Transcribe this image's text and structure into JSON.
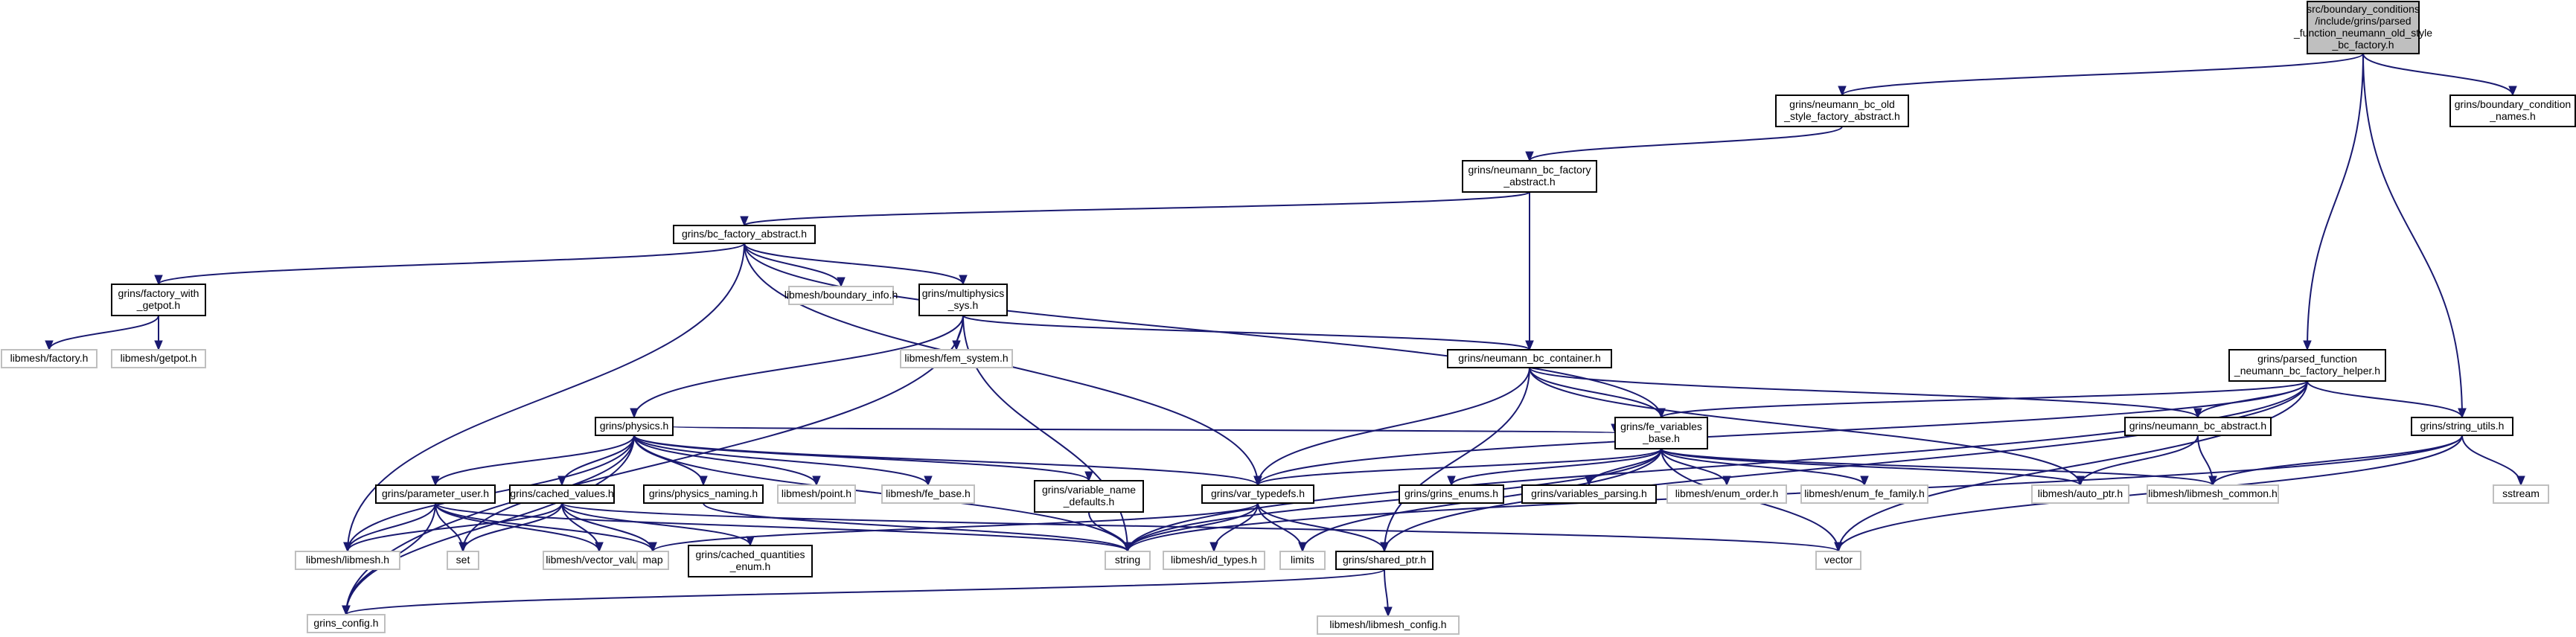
{
  "diagram": {
    "edge_color": "#191970",
    "root_fill": "#bfbfbf",
    "primary_border": "#000000",
    "external_border": "#bfbfbf",
    "nodes": [
      {
        "id": "root",
        "kind": "root",
        "lines": [
          "src/boundary_conditions",
          "/include/grins/parsed",
          "_function_neumann_old_style",
          "_bc_factory.h"
        ]
      },
      {
        "id": "old_style_abs",
        "kind": "primary",
        "lines": [
          "grins/neumann_bc_old",
          "_style_factory_abstract.h"
        ]
      },
      {
        "id": "bc_cond_names",
        "kind": "primary",
        "lines": [
          "grins/boundary_condition",
          "_names.h"
        ]
      },
      {
        "id": "neumann_bc_factory_abs",
        "kind": "primary",
        "lines": [
          "grins/neumann_bc_factory",
          "_abstract.h"
        ]
      },
      {
        "id": "bc_factory_abs",
        "kind": "primary",
        "lines": [
          "grins/bc_factory_abstract.h"
        ]
      },
      {
        "id": "factory_with_getpot",
        "kind": "primary",
        "lines": [
          "grins/factory_with",
          "_getpot.h"
        ]
      },
      {
        "id": "boundary_info",
        "kind": "external",
        "lines": [
          "libmesh/boundary_info.h"
        ]
      },
      {
        "id": "multiphysics_sys",
        "kind": "primary",
        "lines": [
          "grins/multiphysics",
          "_sys.h"
        ]
      },
      {
        "id": "factory",
        "kind": "external",
        "lines": [
          "libmesh/factory.h"
        ]
      },
      {
        "id": "getpot",
        "kind": "external",
        "lines": [
          "libmesh/getpot.h"
        ]
      },
      {
        "id": "fem_system",
        "kind": "external",
        "lines": [
          "libmesh/fem_system.h"
        ]
      },
      {
        "id": "neumann_bc_container",
        "kind": "primary",
        "lines": [
          "grins/neumann_bc_container.h"
        ]
      },
      {
        "id": "pf_helper",
        "kind": "primary",
        "lines": [
          "grins/parsed_function",
          "_neumann_bc_factory_helper.h"
        ]
      },
      {
        "id": "physics",
        "kind": "primary",
        "lines": [
          "grins/physics.h"
        ]
      },
      {
        "id": "fe_variables_base",
        "kind": "primary",
        "lines": [
          "grins/fe_variables",
          "_base.h"
        ]
      },
      {
        "id": "neumann_bc_abstract",
        "kind": "primary",
        "lines": [
          "grins/neumann_bc_abstract.h"
        ]
      },
      {
        "id": "string_utils",
        "kind": "primary",
        "lines": [
          "grins/string_utils.h"
        ]
      },
      {
        "id": "parameter_user",
        "kind": "primary",
        "lines": [
          "grins/parameter_user.h"
        ]
      },
      {
        "id": "cached_values",
        "kind": "primary",
        "lines": [
          "grins/cached_values.h"
        ]
      },
      {
        "id": "physics_naming",
        "kind": "primary",
        "lines": [
          "grins/physics_naming.h"
        ]
      },
      {
        "id": "point",
        "kind": "external",
        "lines": [
          "libmesh/point.h"
        ]
      },
      {
        "id": "fe_base",
        "kind": "external",
        "lines": [
          "libmesh/fe_base.h"
        ]
      },
      {
        "id": "variable_name_defaults",
        "kind": "primary",
        "lines": [
          "grins/variable_name",
          "_defaults.h"
        ]
      },
      {
        "id": "var_typedefs",
        "kind": "primary",
        "lines": [
          "grins/var_typedefs.h"
        ]
      },
      {
        "id": "grins_enums",
        "kind": "primary",
        "lines": [
          "grins/grins_enums.h"
        ]
      },
      {
        "id": "variables_parsing",
        "kind": "primary",
        "lines": [
          "grins/variables_parsing.h"
        ]
      },
      {
        "id": "enum_order",
        "kind": "external",
        "lines": [
          "libmesh/enum_order.h"
        ]
      },
      {
        "id": "enum_fe_family",
        "kind": "external",
        "lines": [
          "libmesh/enum_fe_family.h"
        ]
      },
      {
        "id": "auto_ptr",
        "kind": "external",
        "lines": [
          "libmesh/auto_ptr.h"
        ]
      },
      {
        "id": "libmesh_common",
        "kind": "external",
        "lines": [
          "libmesh/libmesh_common.h"
        ]
      },
      {
        "id": "sstream",
        "kind": "external",
        "lines": [
          "sstream"
        ]
      },
      {
        "id": "libmesh_h",
        "kind": "external",
        "lines": [
          "libmesh/libmesh.h"
        ]
      },
      {
        "id": "set",
        "kind": "external",
        "lines": [
          "set"
        ]
      },
      {
        "id": "vector_value",
        "kind": "external",
        "lines": [
          "libmesh/vector_value.h"
        ]
      },
      {
        "id": "map",
        "kind": "external",
        "lines": [
          "map"
        ]
      },
      {
        "id": "cached_quantities_enum",
        "kind": "primary",
        "lines": [
          "grins/cached_quantities",
          "_enum.h"
        ]
      },
      {
        "id": "string",
        "kind": "external",
        "lines": [
          "string"
        ]
      },
      {
        "id": "id_types",
        "kind": "external",
        "lines": [
          "libmesh/id_types.h"
        ]
      },
      {
        "id": "limits",
        "kind": "external",
        "lines": [
          "limits"
        ]
      },
      {
        "id": "shared_ptr",
        "kind": "primary",
        "lines": [
          "grins/shared_ptr.h"
        ]
      },
      {
        "id": "vector",
        "kind": "external",
        "lines": [
          "vector"
        ]
      },
      {
        "id": "grins_config",
        "kind": "external",
        "lines": [
          "grins_config.h"
        ]
      },
      {
        "id": "libmesh_config",
        "kind": "external",
        "lines": [
          "libmesh/libmesh_config.h"
        ]
      }
    ],
    "edges": [
      [
        "root",
        "old_style_abs"
      ],
      [
        "root",
        "bc_cond_names"
      ],
      [
        "root",
        "pf_helper"
      ],
      [
        "root",
        "string_utils"
      ],
      [
        "old_style_abs",
        "neumann_bc_factory_abs"
      ],
      [
        "neumann_bc_factory_abs",
        "bc_factory_abs"
      ],
      [
        "neumann_bc_factory_abs",
        "neumann_bc_container"
      ],
      [
        "bc_factory_abs",
        "factory_with_getpot"
      ],
      [
        "bc_factory_abs",
        "boundary_info"
      ],
      [
        "bc_factory_abs",
        "multiphysics_sys"
      ],
      [
        "bc_factory_abs",
        "libmesh_h"
      ],
      [
        "bc_factory_abs",
        "var_typedefs"
      ],
      [
        "bc_factory_abs",
        "fe_variables_base"
      ],
      [
        "factory_with_getpot",
        "factory"
      ],
      [
        "factory_with_getpot",
        "getpot"
      ],
      [
        "multiphysics_sys",
        "fem_system"
      ],
      [
        "multiphysics_sys",
        "physics"
      ],
      [
        "multiphysics_sys",
        "neumann_bc_container"
      ],
      [
        "multiphysics_sys",
        "grins_config"
      ],
      [
        "multiphysics_sys",
        "string"
      ],
      [
        "neumann_bc_container",
        "fe_variables_base"
      ],
      [
        "neumann_bc_container",
        "neumann_bc_abstract"
      ],
      [
        "neumann_bc_container",
        "var_typedefs"
      ],
      [
        "neumann_bc_container",
        "shared_ptr"
      ],
      [
        "neumann_bc_container",
        "auto_ptr"
      ],
      [
        "pf_helper",
        "neumann_bc_abstract"
      ],
      [
        "pf_helper",
        "string_utils"
      ],
      [
        "pf_helper",
        "fe_variables_base"
      ],
      [
        "pf_helper",
        "var_typedefs"
      ],
      [
        "pf_helper",
        "string"
      ],
      [
        "pf_helper",
        "shared_ptr"
      ],
      [
        "pf_helper",
        "vector"
      ],
      [
        "physics",
        "parameter_user"
      ],
      [
        "physics",
        "cached_values"
      ],
      [
        "physics",
        "physics_naming"
      ],
      [
        "physics",
        "point"
      ],
      [
        "physics",
        "fe_base"
      ],
      [
        "physics",
        "variable_name_defaults"
      ],
      [
        "physics",
        "var_typedefs"
      ],
      [
        "physics",
        "libmesh_h"
      ],
      [
        "physics",
        "set"
      ],
      [
        "physics",
        "grins_config"
      ],
      [
        "physics",
        "string"
      ],
      [
        "physics",
        "fe_variables_base"
      ],
      [
        "fe_variables_base",
        "grins_enums"
      ],
      [
        "fe_variables_base",
        "variables_parsing"
      ],
      [
        "fe_variables_base",
        "enum_order"
      ],
      [
        "fe_variables_base",
        "enum_fe_family"
      ],
      [
        "fe_variables_base",
        "auto_ptr"
      ],
      [
        "fe_variables_base",
        "libmesh_common"
      ],
      [
        "fe_variables_base",
        "var_typedefs"
      ],
      [
        "fe_variables_base",
        "vector"
      ],
      [
        "fe_variables_base",
        "string"
      ],
      [
        "fe_variables_base",
        "limits"
      ],
      [
        "neumann_bc_abstract",
        "auto_ptr"
      ],
      [
        "neumann_bc_abstract",
        "libmesh_common"
      ],
      [
        "string_utils",
        "libmesh_common"
      ],
      [
        "string_utils",
        "sstream"
      ],
      [
        "string_utils",
        "vector"
      ],
      [
        "string_utils",
        "string"
      ],
      [
        "parameter_user",
        "libmesh_h"
      ],
      [
        "parameter_user",
        "set"
      ],
      [
        "parameter_user",
        "vector_value"
      ],
      [
        "parameter_user",
        "map"
      ],
      [
        "parameter_user",
        "string"
      ],
      [
        "parameter_user",
        "grins_config"
      ],
      [
        "cached_values",
        "libmesh_h"
      ],
      [
        "cached_values",
        "set"
      ],
      [
        "cached_values",
        "vector_value"
      ],
      [
        "cached_values",
        "map"
      ],
      [
        "cached_values",
        "cached_quantities_enum"
      ],
      [
        "cached_values",
        "vector"
      ],
      [
        "physics_naming",
        "string"
      ],
      [
        "variable_name_defaults",
        "string"
      ],
      [
        "var_typedefs",
        "id_types"
      ],
      [
        "var_typedefs",
        "limits"
      ],
      [
        "var_typedefs",
        "shared_ptr"
      ],
      [
        "var_typedefs",
        "string"
      ],
      [
        "var_typedefs",
        "map"
      ],
      [
        "shared_ptr",
        "grins_config"
      ],
      [
        "shared_ptr",
        "libmesh_config"
      ]
    ]
  }
}
